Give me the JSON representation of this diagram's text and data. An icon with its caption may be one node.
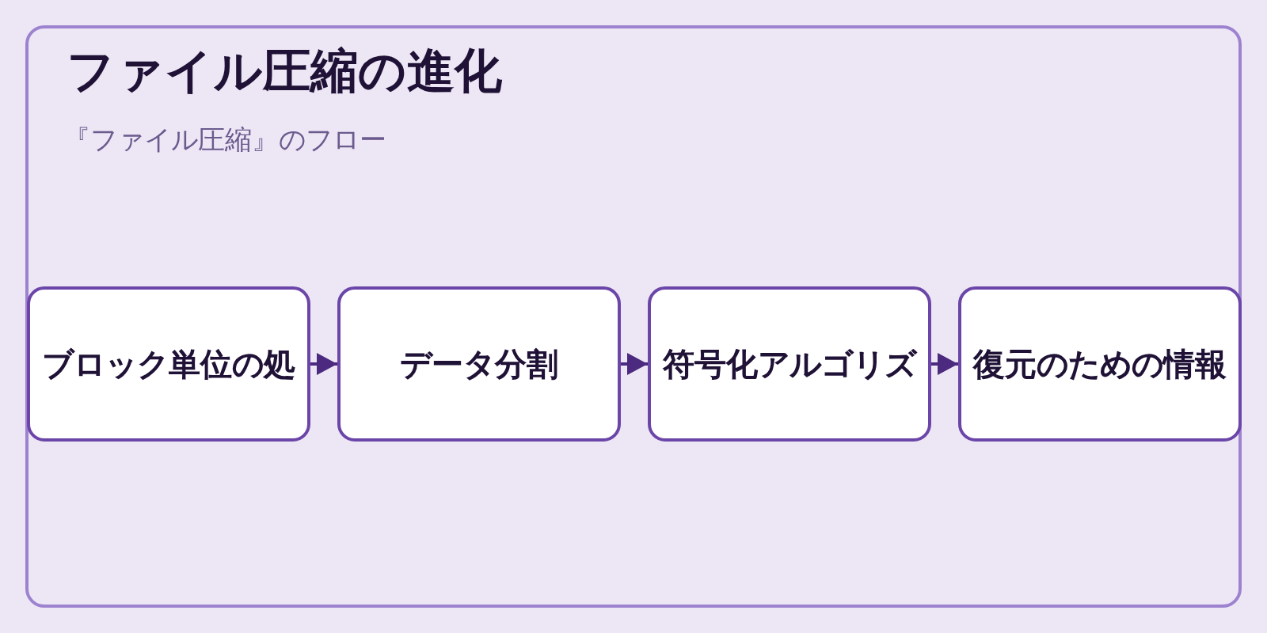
{
  "diagram": {
    "title": "ファイル圧縮の進化",
    "nodes": [
      {
        "text": [
          "ブロック単位の処"
        ]
      },
      {
        "text": [
          "データ分割"
        ]
      },
      {
        "text": [
          "符号化アルゴリズ"
        ]
      },
      {
        "text": [
          "復元のための情報"
        ]
      }
    ],
    "edges": [
      {
        "from": 0,
        "to": 1,
        "arrow": "to"
      },
      {
        "from": 1,
        "to": 2,
        "arrow": "to"
      },
      {
        "from": 2,
        "to": 3,
        "arrow": "to"
      }
    ],
    "labels": [
      "『ファイル圧縮』のフロー"
    ]
  }
}
